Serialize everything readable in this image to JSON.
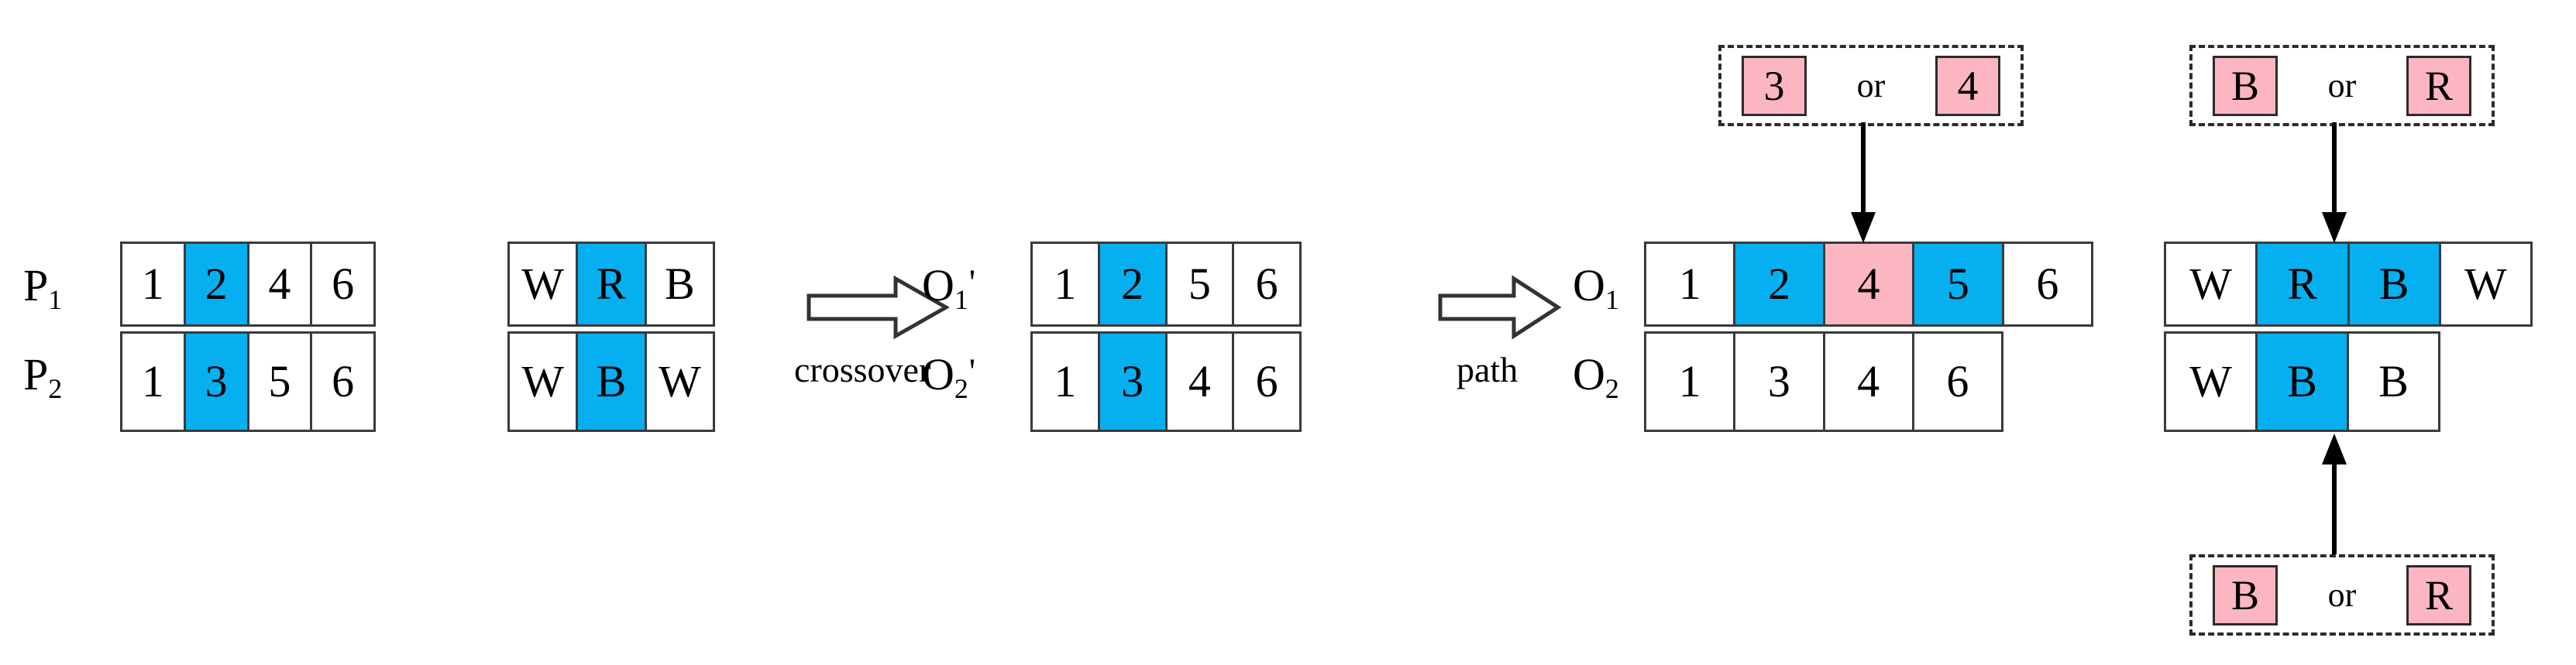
{
  "diagram": {
    "title": "Crossover and path operators on paired chromosome strips",
    "colors": {
      "blue": "#06AFF0",
      "pink": "#FCB6C1",
      "stroke": "#3a3a3a",
      "dashed_stroke": "#2b2b2b",
      "background": "#ffffff"
    }
  },
  "stage_parents": {
    "row1": {
      "label": "P",
      "subscript": "1",
      "prime": "",
      "numeric_strip": {
        "cells": [
          {
            "value": "1",
            "fill": "white"
          },
          {
            "value": "2",
            "fill": "blue"
          },
          {
            "value": "4",
            "fill": "white"
          },
          {
            "value": "6",
            "fill": "white"
          }
        ]
      },
      "color_strip": {
        "cells": [
          {
            "value": "W",
            "fill": "white"
          },
          {
            "value": "R",
            "fill": "blue"
          },
          {
            "value": "B",
            "fill": "white"
          }
        ]
      }
    },
    "row2": {
      "label": "P",
      "subscript": "2",
      "prime": "",
      "numeric_strip": {
        "cells": [
          {
            "value": "1",
            "fill": "white"
          },
          {
            "value": "3",
            "fill": "blue"
          },
          {
            "value": "5",
            "fill": "white"
          },
          {
            "value": "6",
            "fill": "white"
          }
        ]
      },
      "color_strip": {
        "cells": [
          {
            "value": "W",
            "fill": "white"
          },
          {
            "value": "B",
            "fill": "blue"
          },
          {
            "value": "W",
            "fill": "white"
          }
        ]
      }
    }
  },
  "operator_crossover": {
    "caption": "crossover",
    "arrow": "block-arrow-right"
  },
  "stage_offspring_prime": {
    "row1": {
      "label": "O",
      "subscript": "1",
      "prime": "'",
      "numeric_strip": {
        "cells": [
          {
            "value": "1",
            "fill": "white"
          },
          {
            "value": "2",
            "fill": "blue"
          },
          {
            "value": "5",
            "fill": "white"
          },
          {
            "value": "6",
            "fill": "white"
          }
        ]
      }
    },
    "row2": {
      "label": "O",
      "subscript": "2",
      "prime": "'",
      "numeric_strip": {
        "cells": [
          {
            "value": "1",
            "fill": "white"
          },
          {
            "value": "3",
            "fill": "blue"
          },
          {
            "value": "4",
            "fill": "white"
          },
          {
            "value": "6",
            "fill": "white"
          }
        ]
      }
    }
  },
  "operator_path": {
    "caption": "path",
    "arrow": "block-arrow-right"
  },
  "stage_offspring": {
    "row1": {
      "label": "O",
      "subscript": "1",
      "prime": "",
      "numeric_strip": {
        "cells": [
          {
            "value": "1",
            "fill": "white"
          },
          {
            "value": "2",
            "fill": "blue"
          },
          {
            "value": "4",
            "fill": "pink"
          },
          {
            "value": "5",
            "fill": "blue"
          },
          {
            "value": "6",
            "fill": "white"
          }
        ]
      }
    },
    "row2": {
      "label": "O",
      "subscript": "2",
      "prime": "",
      "numeric_strip": {
        "cells": [
          {
            "value": "1",
            "fill": "white"
          },
          {
            "value": "3",
            "fill": "white"
          },
          {
            "value": "4",
            "fill": "white"
          },
          {
            "value": "6",
            "fill": "white"
          }
        ]
      }
    }
  },
  "stage_colors": {
    "row1": {
      "color_strip": {
        "cells": [
          {
            "value": "W",
            "fill": "white"
          },
          {
            "value": "R",
            "fill": "blue"
          },
          {
            "value": "B",
            "fill": "blue"
          },
          {
            "value": "W",
            "fill": "white"
          }
        ]
      }
    },
    "row2": {
      "color_strip": {
        "cells": [
          {
            "value": "W",
            "fill": "white"
          },
          {
            "value": "B",
            "fill": "blue"
          },
          {
            "value": "B",
            "fill": "white"
          }
        ]
      }
    }
  },
  "option_boxes": {
    "numeric_top": {
      "left_chip": "3",
      "conjunction": "or",
      "right_chip": "4",
      "arrow_direction": "down"
    },
    "color_top": {
      "left_chip": "B",
      "conjunction": "or",
      "right_chip": "R",
      "arrow_direction": "down"
    },
    "color_bottom": {
      "left_chip": "B",
      "conjunction": "or",
      "right_chip": "R",
      "arrow_direction": "up"
    }
  }
}
